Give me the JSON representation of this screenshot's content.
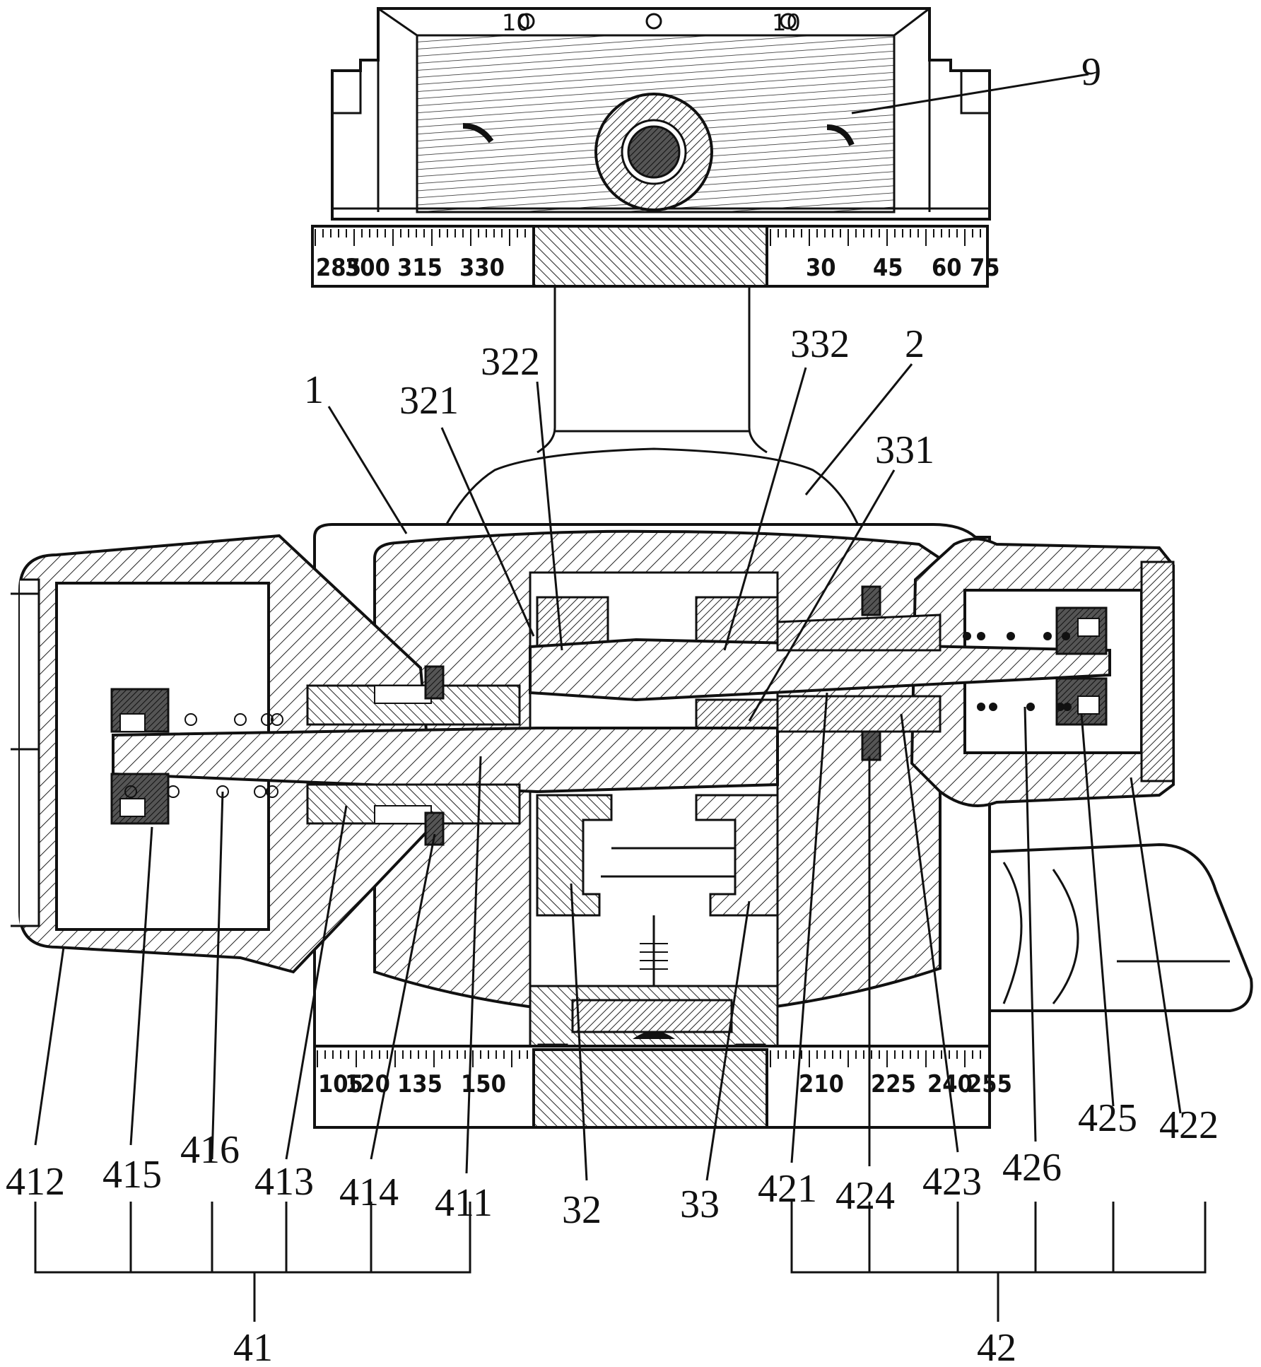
{
  "top_plate_marks": [
    "10",
    "0",
    "10"
  ],
  "upper_scale": {
    "left_labels": [
      "285",
      "300",
      "315",
      "330"
    ],
    "right_labels": [
      "30",
      "45",
      "60",
      "75"
    ]
  },
  "lower_scale": {
    "left_labels": [
      "105",
      "120",
      "135",
      "150"
    ],
    "right_labels": [
      "210",
      "225",
      "240",
      "255"
    ]
  },
  "callouts": {
    "c9": "9",
    "c1": "1",
    "c321": "321",
    "c322": "322",
    "c332": "332",
    "c2": "2",
    "c331": "331",
    "c412": "412",
    "c415": "415",
    "c416": "416",
    "c413": "413",
    "c414": "414",
    "c411": "411",
    "c32": "32",
    "c33": "33",
    "c421": "421",
    "c424": "424",
    "c423": "423",
    "c426": "426",
    "c425": "425",
    "c422": "422",
    "g41": "41",
    "g42": "42"
  }
}
